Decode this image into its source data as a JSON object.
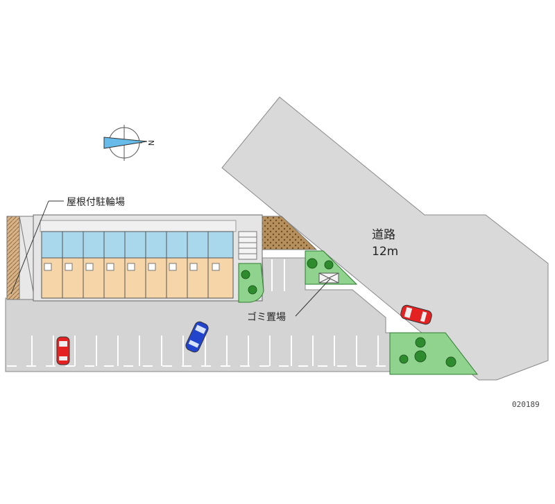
{
  "labels": {
    "bicycle_parking": "屋根付駐輪場",
    "road_name": "道路",
    "road_width": "12m",
    "garbage": "ゴミ置場",
    "code": "020189",
    "north_mark": "N"
  },
  "colors": {
    "road": "#d9d9d9",
    "lot": "#d4d4d4",
    "building_rooms": "#f6d6a8",
    "balcony": "#a9d8ec",
    "green": "#2e8b2e",
    "planter": "#a0522d",
    "red_car": "#e52222",
    "blue_car": "#2244cc"
  },
  "map": {
    "units": 9,
    "parking_stalls": 16,
    "cars": [
      {
        "name": "red-car-lot",
        "color": "red"
      },
      {
        "name": "blue-car-lot",
        "color": "blue"
      },
      {
        "name": "red-car-road",
        "color": "red"
      }
    ]
  }
}
